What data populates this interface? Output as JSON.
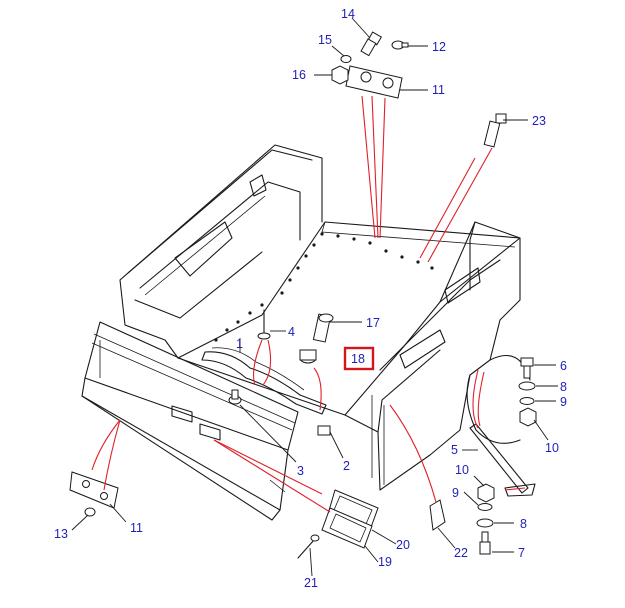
{
  "colors": {
    "label": "#1f1fb4",
    "callout_line": "#e0202a",
    "highlight_box": "#d4161c",
    "outline": "#1a1a1a"
  },
  "highlighted_callout": "18",
  "callouts": {
    "c1": "1",
    "c2": "2",
    "c3": "3",
    "c4": "4",
    "c5": "5",
    "c6": "6",
    "c7": "7",
    "c8a": "8",
    "c8b": "8",
    "c9a": "9",
    "c9b": "9",
    "c10a": "10",
    "c10b": "10",
    "c11a": "11",
    "c11b": "11",
    "c12": "12",
    "c13": "13",
    "c14": "14",
    "c15": "15",
    "c16": "16",
    "c17": "17",
    "c18": "18",
    "c19": "19",
    "c20": "20",
    "c21": "21",
    "c22": "22",
    "c23": "23"
  }
}
